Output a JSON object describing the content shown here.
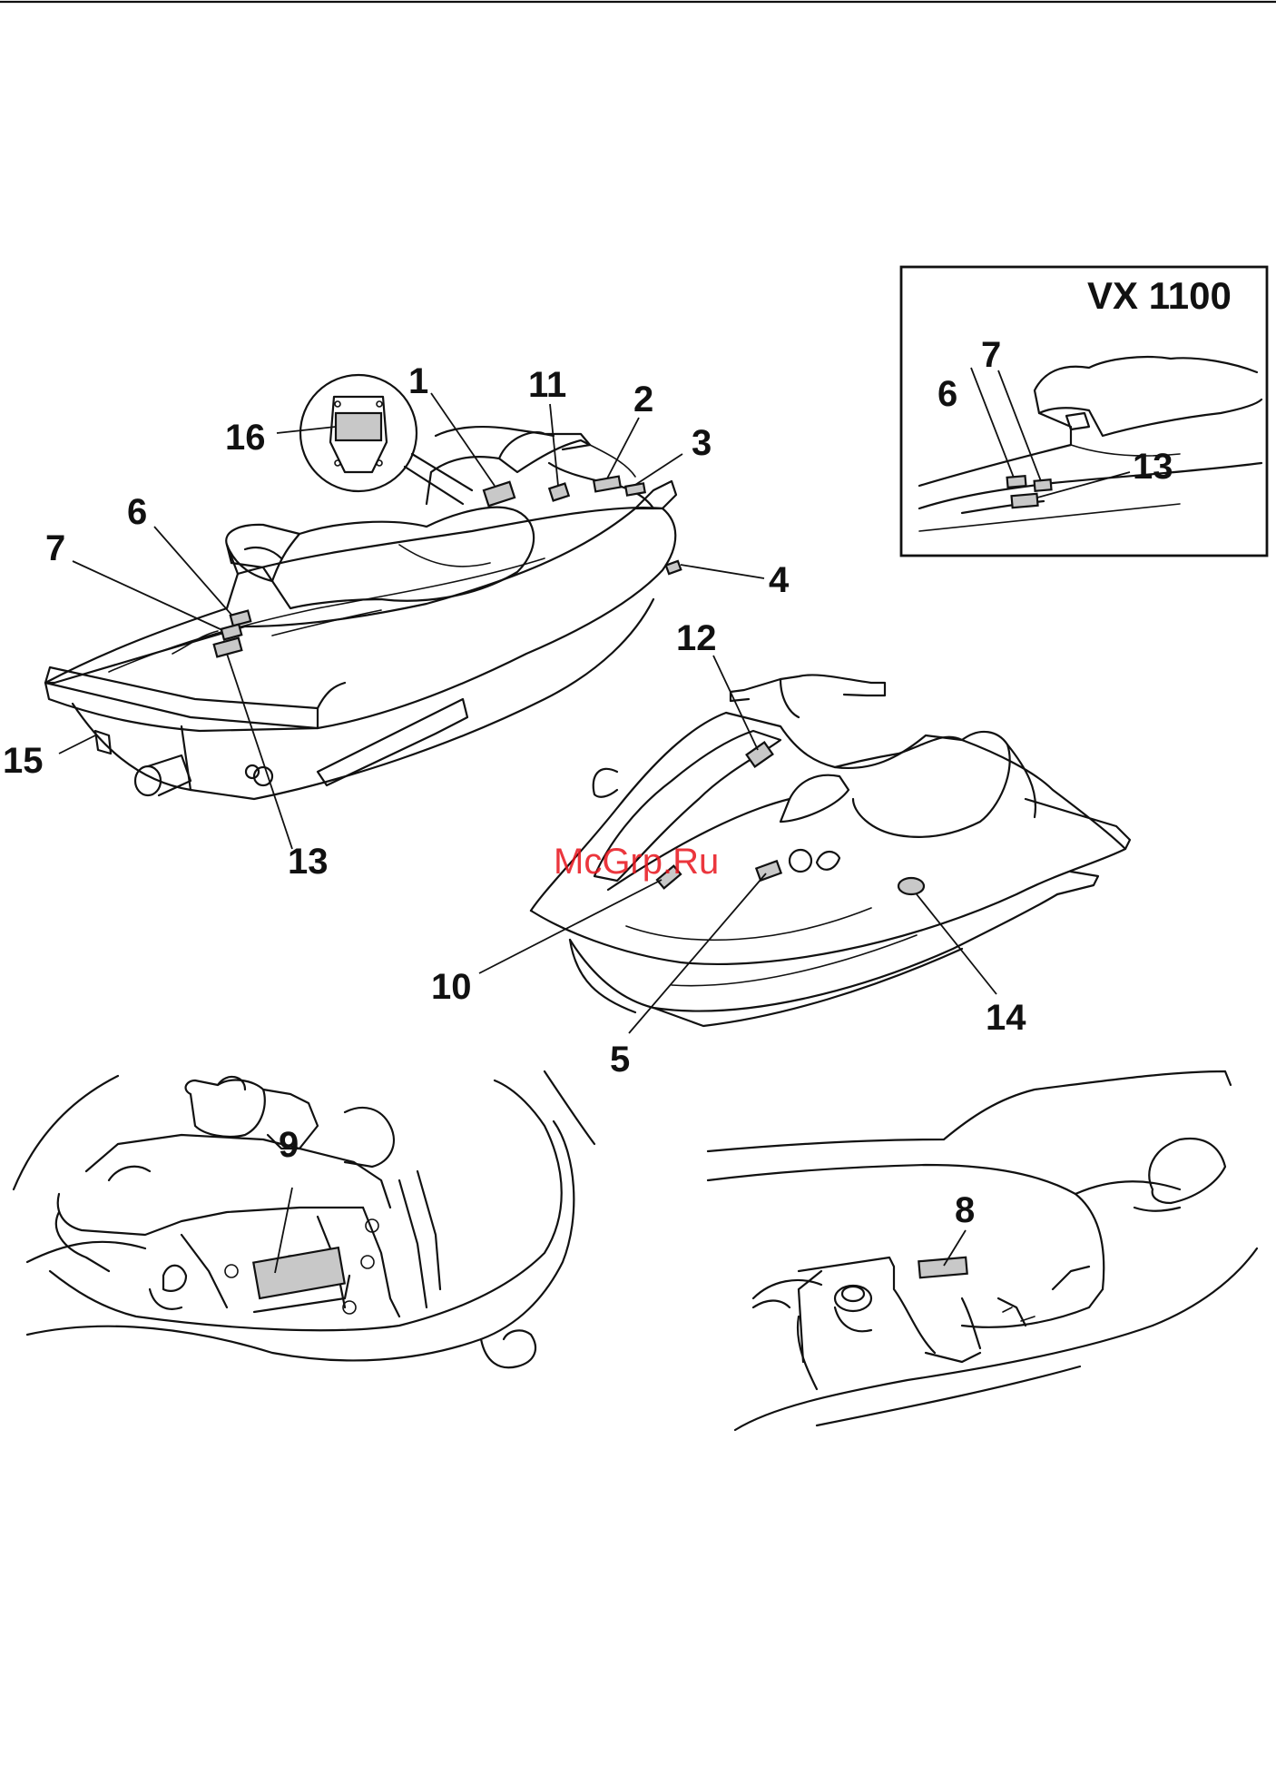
{
  "inset_title": "VX 1100",
  "watermark": "McGrp.Ru",
  "callouts": {
    "c1": "1",
    "c2": "2",
    "c3": "3",
    "c4": "4",
    "c5": "5",
    "c6": "6",
    "c7": "7",
    "c8": "8",
    "c9": "9",
    "c10": "10",
    "c11": "11",
    "c12": "12",
    "c13": "13",
    "c14": "14",
    "c15": "15",
    "c16": "16",
    "inset6": "6",
    "inset7": "7",
    "inset13": "13"
  }
}
